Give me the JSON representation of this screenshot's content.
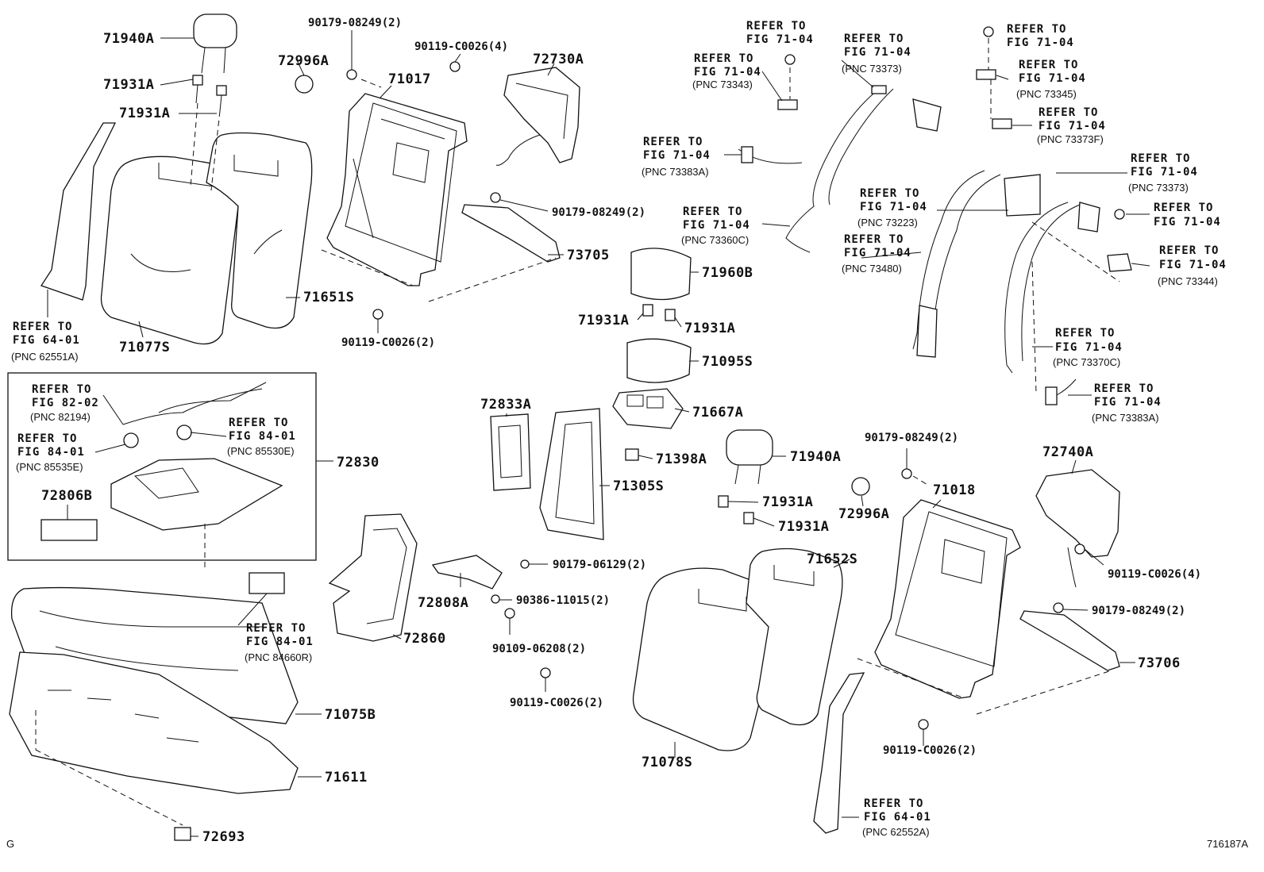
{
  "labels": {
    "p71940A_a": "71940A",
    "p71931A_a": "71931A",
    "p71931A_b": "71931A",
    "p72996A_a": "72996A",
    "p90179_08249_top": "90179-08249(2)",
    "p90119_C0026_4_top": "90119-C0026(4)",
    "p72730A": "72730A",
    "p71017": "71017",
    "p90179_08249_mid": "90179-08249(2)",
    "p73705": "73705",
    "p71651S": "71651S",
    "p71077S": "71077S",
    "p90119_C0026_2_left": "90119-C0026(2)",
    "p71960B": "71960B",
    "p71931A_c": "71931A",
    "p71931A_d": "71931A",
    "p71095S": "71095S",
    "p71667A": "71667A",
    "p71398A": "71398A",
    "p72833A": "72833A",
    "p71305S": "71305S",
    "p72830": "72830",
    "p72806B": "72806B",
    "p90179_06129": "90179-06129(2)",
    "p90386_11015": "90386-11015(2)",
    "p72808A": "72808A",
    "p90109_06208": "90109-06208(2)",
    "p72860": "72860",
    "p90119_C0026_2_mid": "90119-C0026(2)",
    "p71075B": "71075B",
    "p71611": "71611",
    "p72693": "72693",
    "p71940A_b": "71940A",
    "p71931A_e": "71931A",
    "p71931A_f": "71931A",
    "p90179_08249_right": "90179-08249(2)",
    "p72996A_b": "72996A",
    "p71018": "71018",
    "p71652S": "71652S",
    "p72740A": "72740A",
    "p90119_C0026_4_right": "90119-C0026(4)",
    "p90179_08249_right2": "90179-08249(2)",
    "p73706": "73706",
    "p71078S": "71078S",
    "p90119_C0026_2_right": "90119-C0026(2)"
  },
  "refs": [
    {
      "l1": "REFER TO",
      "l2": "FIG 71-04",
      "pnc": ""
    },
    {
      "l1": "REFER TO",
      "l2": "FIG 71-04",
      "pnc": "(PNC 73343)"
    },
    {
      "l1": "REFER TO",
      "l2": "FIG 71-04",
      "pnc": "(PNC 73373)"
    },
    {
      "l1": "REFER TO",
      "l2": "FIG 71-04",
      "pnc": "(PNC 73383A)"
    },
    {
      "l1": "REFER TO",
      "l2": "FIG 71-04",
      "pnc": "(PNC 73360C)"
    },
    {
      "l1": "REFER TO",
      "l2": "FIG 71-04",
      "pnc": ""
    },
    {
      "l1": "REFER TO",
      "l2": "FIG 71-04",
      "pnc": "(PNC 73345)"
    },
    {
      "l1": "REFER TO",
      "l2": "FIG 71-04",
      "pnc": "(PNC 73373F)"
    },
    {
      "l1": "REFER TO",
      "l2": "FIG 71-04",
      "pnc": "(PNC 73373)"
    },
    {
      "l1": "REFER TO",
      "l2": "FIG 71-04",
      "pnc": "(PNC 73223)"
    },
    {
      "l1": "REFER TO",
      "l2": "FIG 71-04",
      "pnc": ""
    },
    {
      "l1": "REFER TO",
      "l2": "FIG 71-04",
      "pnc": "(PNC 73480)"
    },
    {
      "l1": "REFER TO",
      "l2": "FIG 71-04",
      "pnc": "(PNC 73344)"
    },
    {
      "l1": "REFER TO",
      "l2": "FIG 71-04",
      "pnc": "(PNC 73370C)"
    },
    {
      "l1": "REFER TO",
      "l2": "FIG 71-04",
      "pnc": "(PNC 73383A)"
    },
    {
      "l1": "REFER TO",
      "l2": "FIG 64-01",
      "pnc": "(PNC 62551A)"
    },
    {
      "l1": "REFER TO",
      "l2": "FIG 82-02",
      "pnc": "(PNC 82194)"
    },
    {
      "l1": "REFER TO",
      "l2": "FIG 84-01",
      "pnc": "(PNC 85530E)"
    },
    {
      "l1": "REFER TO",
      "l2": "FIG 84-01",
      "pnc": "(PNC 85535E)"
    },
    {
      "l1": "REFER TO",
      "l2": "FIG 84-01",
      "pnc": "(PNC 84660R)"
    },
    {
      "l1": "REFER TO",
      "l2": "FIG 64-01",
      "pnc": "(PNC 62552A)"
    }
  ],
  "corner_left": "G",
  "corner_right": "716187A"
}
